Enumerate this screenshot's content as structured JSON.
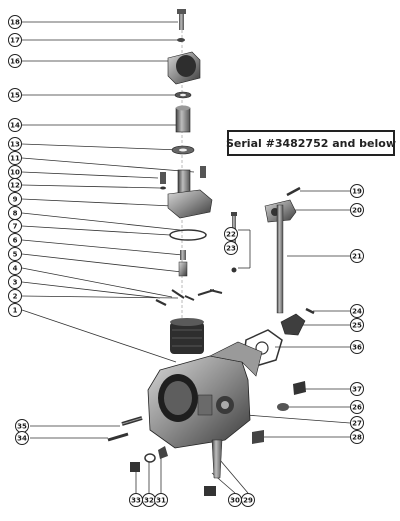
{
  "serial_note": "Serial #3482752 and below",
  "callouts": [
    {
      "id": "18",
      "label": "18"
    },
    {
      "id": "17",
      "label": "17"
    },
    {
      "id": "16",
      "label": "16"
    },
    {
      "id": "15",
      "label": "15"
    },
    {
      "id": "14",
      "label": "14"
    },
    {
      "id": "13",
      "label": "13"
    },
    {
      "id": "11",
      "label": "11"
    },
    {
      "id": "10",
      "label": "10"
    },
    {
      "id": "12",
      "label": "12"
    },
    {
      "id": "9",
      "label": "9"
    },
    {
      "id": "8",
      "label": "8"
    },
    {
      "id": "7",
      "label": "7"
    },
    {
      "id": "6",
      "label": "6"
    },
    {
      "id": "5",
      "label": "5"
    },
    {
      "id": "4",
      "label": "4"
    },
    {
      "id": "3",
      "label": "3"
    },
    {
      "id": "2",
      "label": "2"
    },
    {
      "id": "1",
      "label": "1"
    },
    {
      "id": "19",
      "label": "19"
    },
    {
      "id": "20",
      "label": "20"
    },
    {
      "id": "22",
      "label": "22"
    },
    {
      "id": "23",
      "label": "23"
    },
    {
      "id": "21",
      "label": "21"
    },
    {
      "id": "24",
      "label": "24"
    },
    {
      "id": "25",
      "label": "25"
    },
    {
      "id": "36",
      "label": "36"
    },
    {
      "id": "37",
      "label": "37"
    },
    {
      "id": "26",
      "label": "26"
    },
    {
      "id": "27",
      "label": "27"
    },
    {
      "id": "28",
      "label": "28"
    },
    {
      "id": "35",
      "label": "35"
    },
    {
      "id": "34",
      "label": "34"
    },
    {
      "id": "33",
      "label": "33"
    },
    {
      "id": "32",
      "label": "32"
    },
    {
      "id": "31",
      "label": "31"
    },
    {
      "id": "30",
      "label": "30"
    },
    {
      "id": "29",
      "label": "29"
    }
  ]
}
